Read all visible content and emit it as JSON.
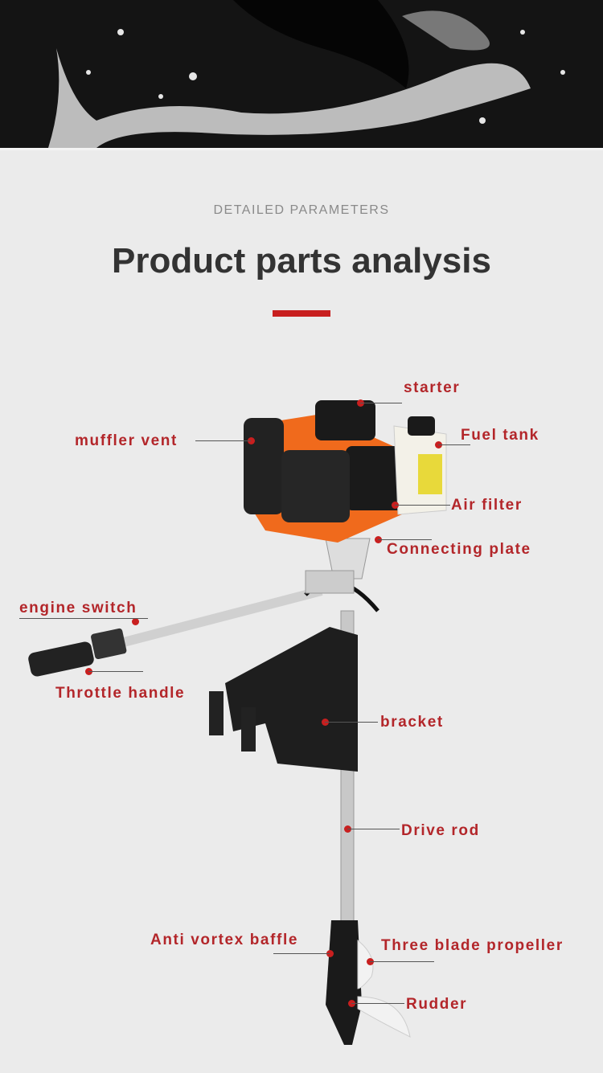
{
  "header": {
    "subtitle": "DETAILED PARAMETERS",
    "title": "Product parts analysis"
  },
  "colors": {
    "accent": "#c81f1f",
    "label": "#b3262a",
    "background": "#ebebeb",
    "engine_orange": "#f06a1c"
  },
  "parts": {
    "starter": "starter",
    "muffler_vent": "muffler vent",
    "fuel_tank": "Fuel tank",
    "air_filter": "Air filter",
    "connecting_plate": "Connecting plate",
    "engine_switch": "engine switch",
    "throttle_handle": "Throttle handle",
    "bracket": "bracket",
    "drive_rod": "Drive rod",
    "anti_vortex_baffle": "Anti vortex baffle",
    "three_blade_propeller": "Three blade propeller",
    "rudder": "Rudder"
  }
}
